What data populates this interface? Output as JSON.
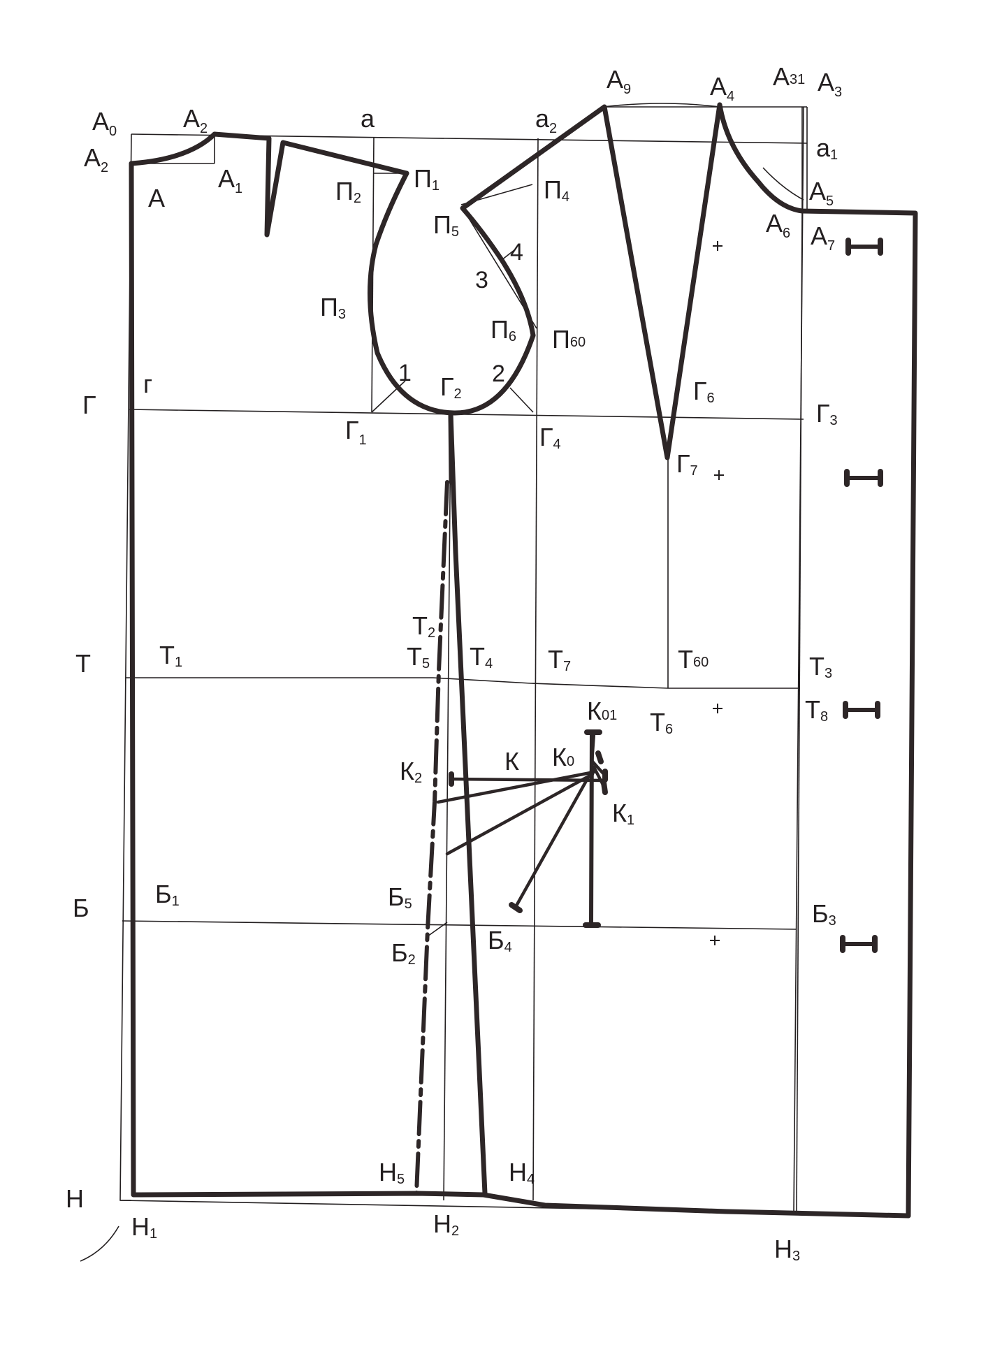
{
  "labels": [
    {
      "name": "A0",
      "main": "А",
      "sub": "0"
    },
    {
      "name": "A2-top",
      "main": "А",
      "sub": "2"
    },
    {
      "name": "A2-left",
      "main": "А",
      "sub": "2"
    },
    {
      "name": "a",
      "main": "а",
      "sub": ""
    },
    {
      "name": "a2",
      "main": "а",
      "sub": "2"
    },
    {
      "name": "A9",
      "main": "А",
      "sub": "9"
    },
    {
      "name": "A4",
      "main": "А",
      "sub": "4"
    },
    {
      "name": "A31",
      "main": "А",
      "sub": "31"
    },
    {
      "name": "A3",
      "main": "А",
      "sub": "3"
    },
    {
      "name": "a1",
      "main": "а",
      "sub": "1"
    },
    {
      "name": "A5",
      "main": "А",
      "sub": "5"
    },
    {
      "name": "A6",
      "main": "А",
      "sub": "6"
    },
    {
      "name": "A7",
      "main": "А",
      "sub": "7"
    },
    {
      "name": "A",
      "main": "А",
      "sub": ""
    },
    {
      "name": "A1",
      "main": "А",
      "sub": "1"
    },
    {
      "name": "P1",
      "main": "П",
      "sub": "1"
    },
    {
      "name": "P2",
      "main": "П",
      "sub": "2"
    },
    {
      "name": "P4",
      "main": "П",
      "sub": "4"
    },
    {
      "name": "P5",
      "main": "П",
      "sub": "5"
    },
    {
      "name": "P3",
      "main": "П",
      "sub": "3"
    },
    {
      "name": "P6",
      "main": "П",
      "sub": "6"
    },
    {
      "name": "P60",
      "main": "П",
      "sub": "60"
    },
    {
      "name": "n1",
      "main": "1",
      "sub": ""
    },
    {
      "name": "n2",
      "main": "2",
      "sub": ""
    },
    {
      "name": "n3",
      "main": "3",
      "sub": ""
    },
    {
      "name": "n4",
      "main": "4",
      "sub": ""
    },
    {
      "name": "G-line",
      "main": "Г",
      "sub": ""
    },
    {
      "name": "g",
      "main": "г",
      "sub": ""
    },
    {
      "name": "G1",
      "main": "Г",
      "sub": "1"
    },
    {
      "name": "G2",
      "main": "Г",
      "sub": "2"
    },
    {
      "name": "G4",
      "main": "Г",
      "sub": "4"
    },
    {
      "name": "G6",
      "main": "Г",
      "sub": "6"
    },
    {
      "name": "G7",
      "main": "Г",
      "sub": "7"
    },
    {
      "name": "G3",
      "main": "Г",
      "sub": "3"
    },
    {
      "name": "T-line",
      "main": "Т",
      "sub": ""
    },
    {
      "name": "T1",
      "main": "Т",
      "sub": "1"
    },
    {
      "name": "T2",
      "main": "Т",
      "sub": "2"
    },
    {
      "name": "T5",
      "main": "Т",
      "sub": "5"
    },
    {
      "name": "T4",
      "main": "Т",
      "sub": "4"
    },
    {
      "name": "T7",
      "main": "Т",
      "sub": "7"
    },
    {
      "name": "T60",
      "main": "Т",
      "sub": "60"
    },
    {
      "name": "T3",
      "main": "Т",
      "sub": "3"
    },
    {
      "name": "T8",
      "main": "Т",
      "sub": "8"
    },
    {
      "name": "T6",
      "main": "Т",
      "sub": "6"
    },
    {
      "name": "K01",
      "main": "К",
      "sub": "01"
    },
    {
      "name": "K",
      "main": "К",
      "sub": ""
    },
    {
      "name": "K0",
      "main": "К",
      "sub": "0"
    },
    {
      "name": "K2",
      "main": "К",
      "sub": "2"
    },
    {
      "name": "K1",
      "main": "К",
      "sub": "1"
    },
    {
      "name": "B-line",
      "main": "Б",
      "sub": ""
    },
    {
      "name": "B1",
      "main": "Б",
      "sub": "1"
    },
    {
      "name": "B5",
      "main": "Б",
      "sub": "5"
    },
    {
      "name": "B3",
      "main": "Б",
      "sub": "3"
    },
    {
      "name": "B2",
      "main": "Б",
      "sub": "2"
    },
    {
      "name": "B4",
      "main": "Б",
      "sub": "4"
    },
    {
      "name": "H5",
      "main": "Н",
      "sub": "5"
    },
    {
      "name": "H4",
      "main": "Н",
      "sub": "4"
    },
    {
      "name": "H-line",
      "main": "Н",
      "sub": ""
    },
    {
      "name": "H1",
      "main": "Н",
      "sub": "1"
    },
    {
      "name": "H2",
      "main": "Н",
      "sub": "2"
    },
    {
      "name": "H3",
      "main": "Н",
      "sub": "3"
    }
  ]
}
